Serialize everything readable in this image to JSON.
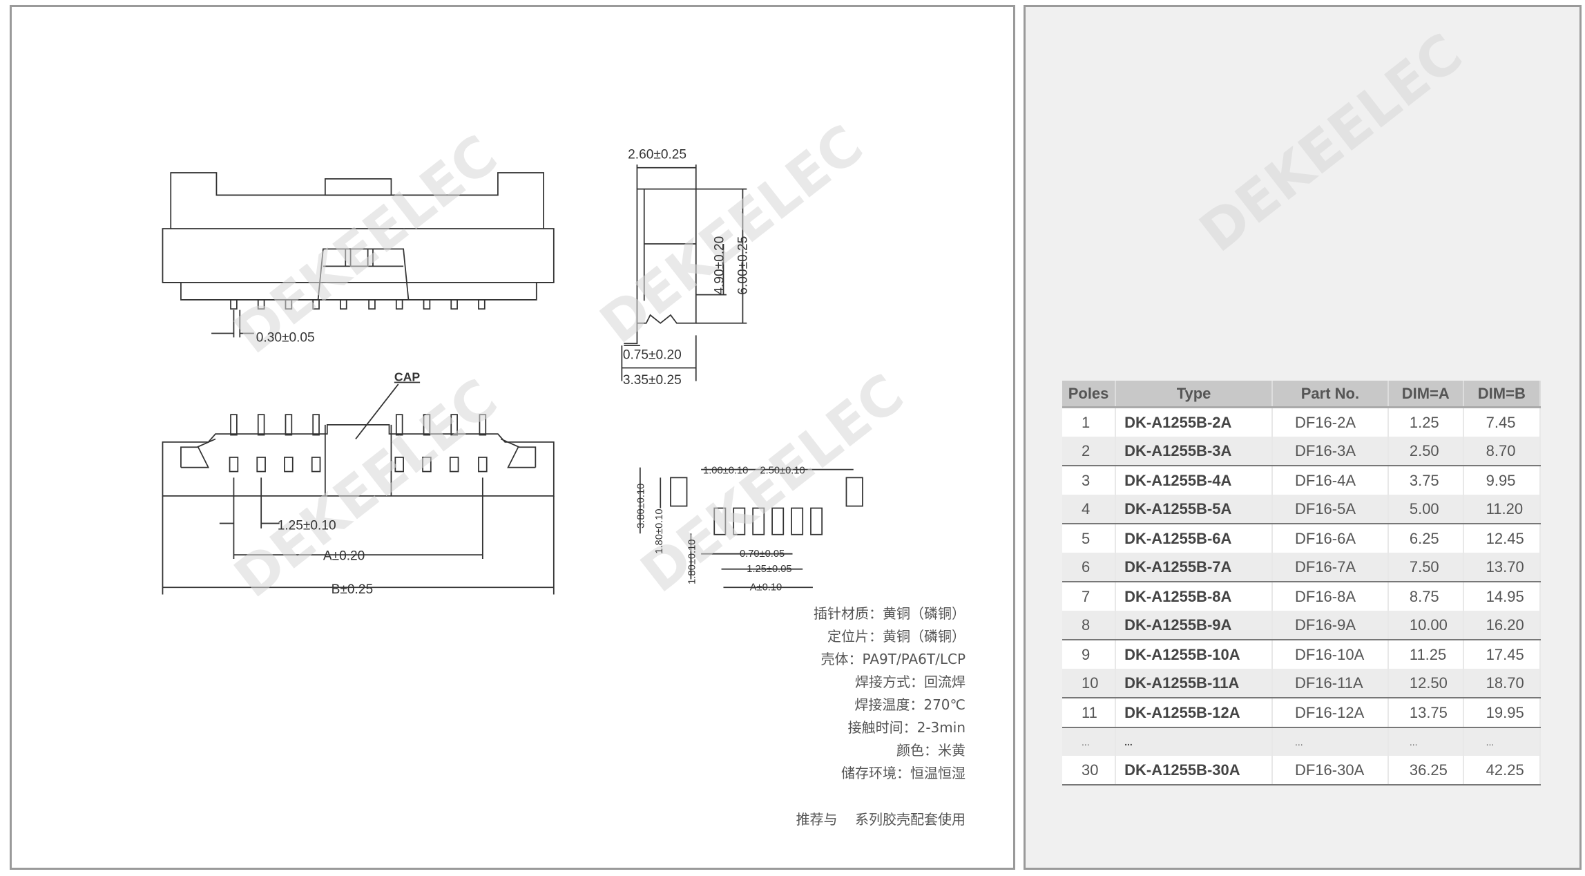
{
  "watermark": "DEKEELEC",
  "drawing": {
    "dims": {
      "pin_width": "0.30±0.05",
      "cap": "CAP",
      "pitch": "1.25±0.10",
      "dim_a": "A±0.20",
      "dim_b": "B±0.25",
      "side_width": "2.60±0.25",
      "side_h1": "4.90±0.20",
      "side_h2": "6.00±0.25",
      "side_foot": "0.75±0.20",
      "side_depth": "3.35±0.25",
      "pcb_pad_w": "1.00±0.10",
      "pcb_offset": "2.50±0.10",
      "pcb_h": "3.80±0.10",
      "pcb_pad_h": "1.80±0.10",
      "pcb_pad_h2": "1.80±0.10",
      "pcb_pad": "0.70±0.05",
      "pcb_pitch": "1.25±0.05",
      "pcb_a": "A±0.10"
    }
  },
  "specs": [
    "插针材质：黄铜（磷铜）",
    "定位片：黄铜（磷铜）",
    "壳体：PA9T/PA6T/LCP",
    "焊接方式：回流焊",
    "焊接温度：270℃",
    "接触时间：2-3min",
    "颜色：米黄",
    "储存环境：恒温恒湿"
  ],
  "recommendation": "推荐与    系列胶壳配套使用",
  "table": {
    "headers": [
      "Poles",
      "Type",
      "Part No.",
      "DIM=A",
      "DIM=B"
    ],
    "rows": [
      [
        "1",
        "DK-A1255B-2A",
        "DF16-2A",
        "1.25",
        "7.45"
      ],
      [
        "2",
        "DK-A1255B-3A",
        "DF16-3A",
        "2.50",
        "8.70"
      ],
      [
        "3",
        "DK-A1255B-4A",
        "DF16-4A",
        "3.75",
        "9.95"
      ],
      [
        "4",
        "DK-A1255B-5A",
        "DF16-5A",
        "5.00",
        "11.20"
      ],
      [
        "5",
        "DK-A1255B-6A",
        "DF16-6A",
        "6.25",
        "12.45"
      ],
      [
        "6",
        "DK-A1255B-7A",
        "DF16-7A",
        "7.50",
        "13.70"
      ],
      [
        "7",
        "DK-A1255B-8A",
        "DF16-8A",
        "8.75",
        "14.95"
      ],
      [
        "8",
        "DK-A1255B-9A",
        "DF16-9A",
        "10.00",
        "16.20"
      ],
      [
        "9",
        "DK-A1255B-10A",
        "DF16-10A",
        "11.25",
        "17.45"
      ],
      [
        "10",
        "DK-A1255B-11A",
        "DF16-11A",
        "12.50",
        "18.70"
      ],
      [
        "11",
        "DK-A1255B-12A",
        "DF16-12A",
        "13.75",
        "19.95"
      ],
      [
        "...",
        "...",
        "...",
        "...",
        "..."
      ],
      [
        "30",
        "DK-A1255B-30A",
        "DF16-30A",
        "36.25",
        "42.25"
      ]
    ]
  }
}
